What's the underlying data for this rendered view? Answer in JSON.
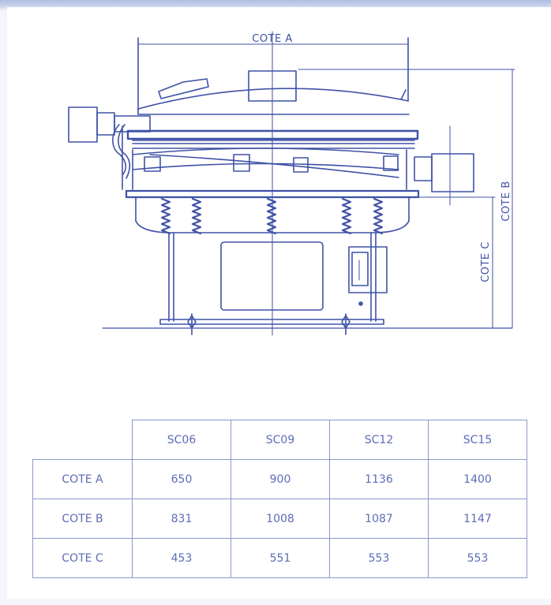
{
  "drawing": {
    "labels": {
      "cote_a": "COTE A",
      "cote_b": "COTE B",
      "cote_c": "COTE C"
    }
  },
  "table": {
    "columns": [
      "SC06",
      "SC09",
      "SC12",
      "SC15"
    ],
    "rows": [
      {
        "label": "COTE A",
        "values": [
          "650",
          "900",
          "1136",
          "1400"
        ]
      },
      {
        "label": "COTE B",
        "values": [
          "831",
          "1008",
          "1087",
          "1147"
        ]
      },
      {
        "label": "COTE C",
        "values": [
          "453",
          "551",
          "553",
          "553"
        ]
      }
    ]
  },
  "colors": {
    "line": "#3f52a6",
    "grid": "#8b97cc",
    "text": "#5d6cb6",
    "border": "#b9c8e6"
  }
}
